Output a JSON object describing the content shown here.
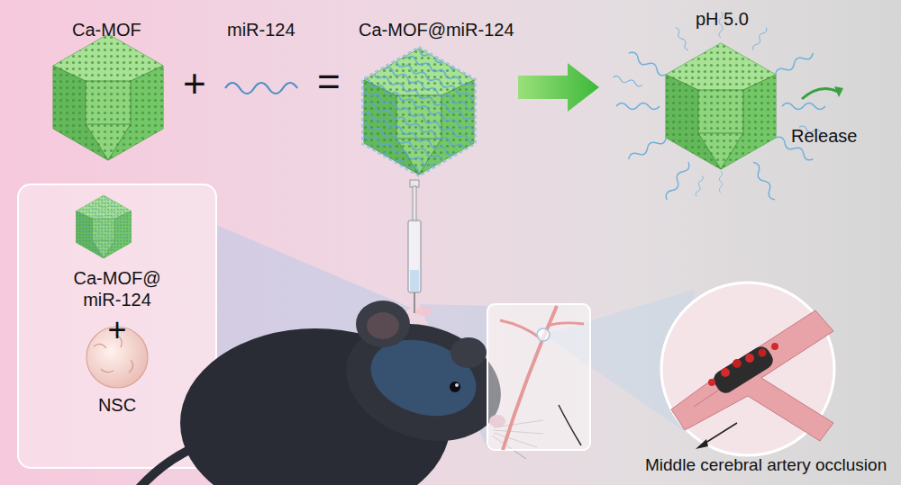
{
  "diagram": {
    "nodes": [
      {
        "text": [
          "Ca-MOF@ miR-124",
          "+",
          "NSC"
        ]
      }
    ],
    "labels": [
      "Ca-MOF",
      "+",
      "miR-124",
      "=",
      "Ca-MOF@miR-124",
      "pH 5.0",
      "Release",
      "Middle cerebral artery occlusion"
    ]
  }
}
